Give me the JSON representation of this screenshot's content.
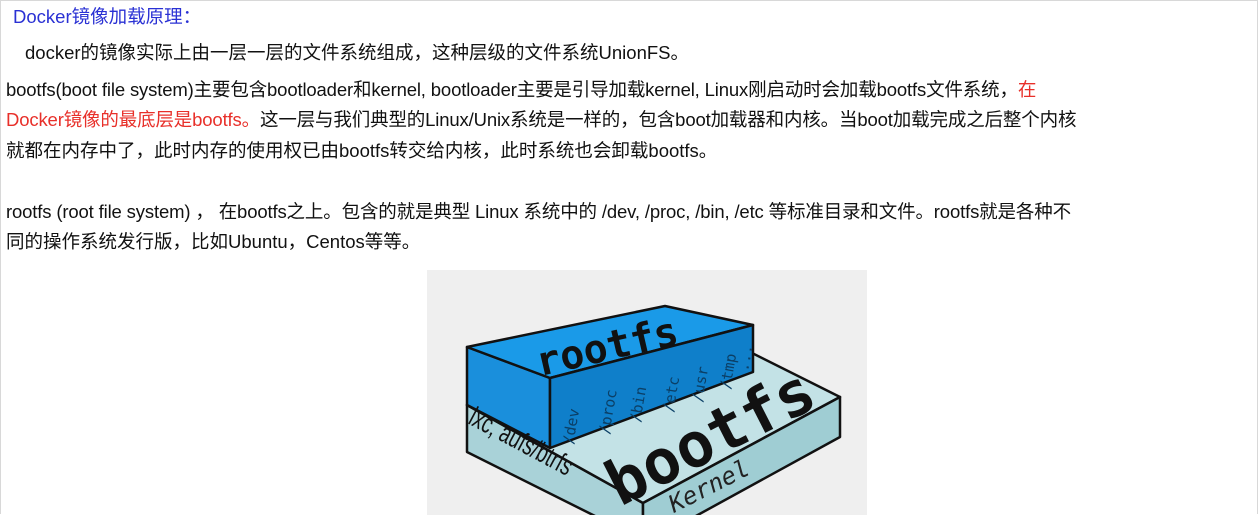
{
  "title": "Docker镜像加载原理：",
  "intro": "docker的镜像实际上由一层一层的文件系统组成，这种层级的文件系统UnionFS。",
  "bootfs_paragraph": {
    "line1": "bootfs(boot file system)主要包含bootloader和kernel, bootloader主要是引导加载kernel, Linux刚启动时会加载bootfs文件系统，",
    "line1_red": "在",
    "line2_red": "Docker镜像的最底层是bootfs。",
    "line2": "这一层与我们典型的Linux/Unix系统是一样的，包含boot加载器和内核。当boot加载完成之后整个内核",
    "line3": "就都在内存中了，此时内存的使用权已由bootfs转交给内核，此时系统也会卸载bootfs。"
  },
  "rootfs_paragraph": {
    "line1": "rootfs (root file system) ， 在bootfs之上。包含的就是典型 Linux 系统中的 /dev, /proc, /bin, /etc 等标准目录和文件。rootfs就是各种不",
    "line2": "同的操作系统发行版，比如Ubuntu，Centos等等。"
  },
  "diagram": {
    "rootfs_label": "rootfs",
    "bootfs_label": "bootfs",
    "side_label": "lxc, aufs/btrfs",
    "kernel_label": "Kernel",
    "dirs": [
      "/dev",
      "/proc",
      "/bin",
      "/etc",
      "/usr",
      "/tmp",
      "..."
    ],
    "colors": {
      "rootfs": "#1a96e6",
      "rootfs_side": "#0f7cc8",
      "bootfs": "#bfe0e4",
      "bootfs_side": "#a6d1d6"
    }
  }
}
